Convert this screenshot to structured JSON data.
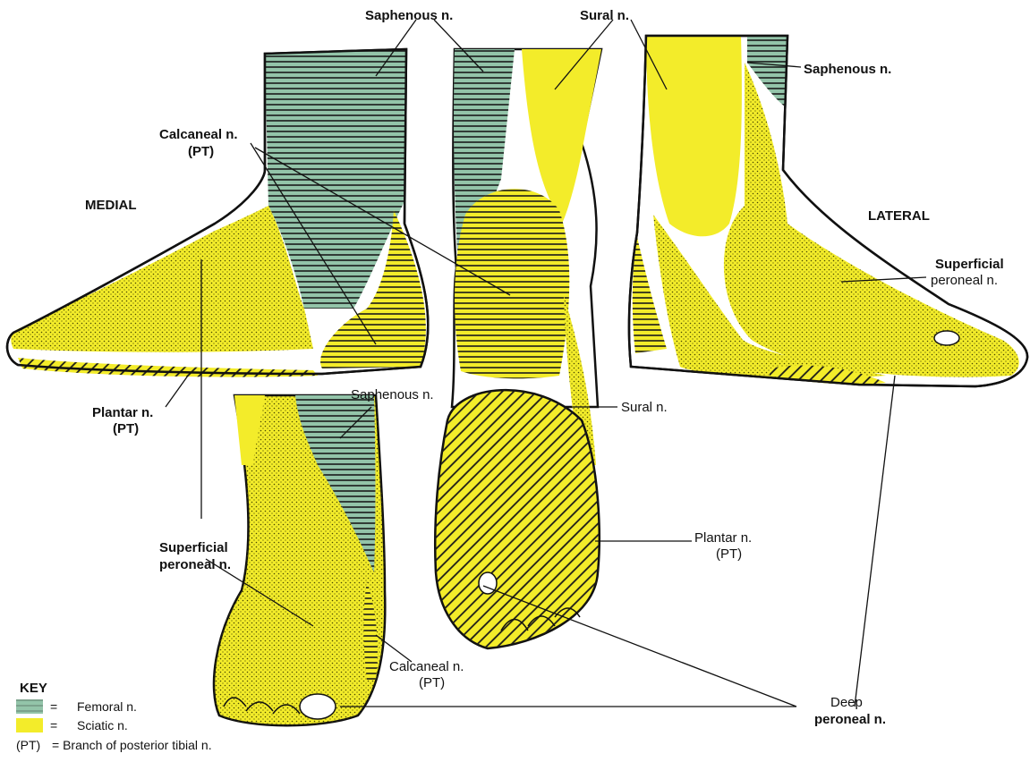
{
  "labels": {
    "saphenous_top_left": "Saphenous n.",
    "sural_top": "Sural n.",
    "saphenous_right": "Saphenous n.",
    "calcaneal_top": "Calcaneal n.",
    "calcaneal_top_pt": "(PT)",
    "medial": "MEDIAL",
    "lateral": "LATERAL",
    "superficial_right_1": "Superficial",
    "superficial_right_2": "peroneal n.",
    "plantar_left": "Plantar n.",
    "plantar_left_pt": "(PT)",
    "saphenous_bottom": "Saphenous n.",
    "sural_mid": "Sural n.",
    "superficial_left_1": "Superficial",
    "superficial_left_2": "peroneal n.",
    "plantar_right": "Plantar n.",
    "plantar_right_pt": "(PT)",
    "calcaneal_bottom": "Calcaneal n.",
    "calcaneal_bottom_pt": "(PT)",
    "deep_1": "Deep",
    "deep_2": "peroneal n."
  },
  "key": {
    "title": "KEY",
    "items": [
      {
        "symbol": "=",
        "text": "Femoral n."
      },
      {
        "symbol": "=",
        "text": "Sciatic n."
      },
      {
        "symbol": "(PT)",
        "text": "= Branch of posterior tibial n."
      }
    ]
  },
  "colors": {
    "femoral": "#93c4a9",
    "sciatic": "#f3ec2a",
    "outline": "#111111"
  }
}
